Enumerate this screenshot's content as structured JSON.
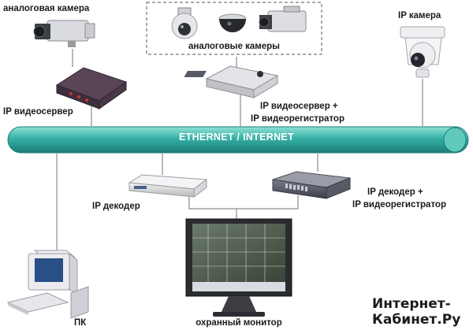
{
  "labels": {
    "analog_camera": "аналоговая камера",
    "analog_cameras": "аналоговые камеры",
    "ip_camera": "IP камера",
    "ip_videoserver": "IP видеосервер",
    "ip_videoserver_recorder_line1": "IP видеосервер +",
    "ip_videoserver_recorder_line2": "IP видеорегистратор",
    "bus": "ETHERNET / INTERNET",
    "ip_decoder": "IP декодер",
    "ip_decoder_recorder_line1": "IP  декодер +",
    "ip_decoder_recorder_line2": "IP видеорегистратор",
    "pc": "ПК",
    "security_monitor": "охранный монитор"
  },
  "watermark": {
    "line1": "Интернет-",
    "line2": "Кабинет.Ру"
  },
  "colors": {
    "bus_fill": "#35b0a6",
    "bus_edge": "#1f7e76",
    "line": "#8c8c8c"
  }
}
